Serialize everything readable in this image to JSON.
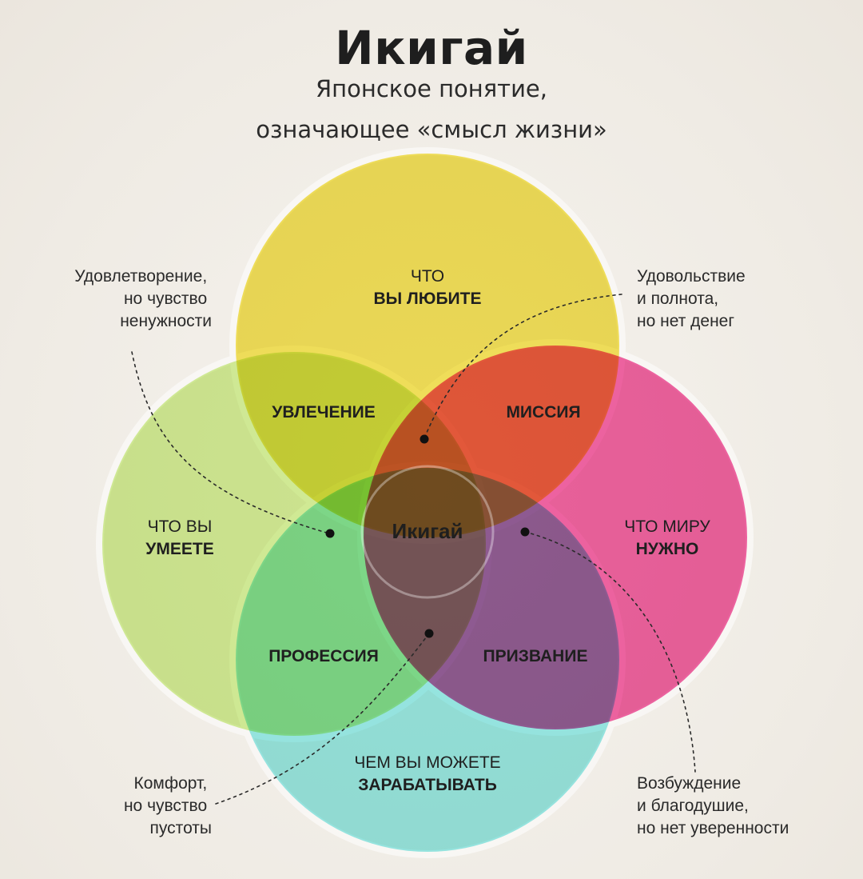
{
  "title": "Икигай",
  "subtitle": {
    "line1": "Японское понятие,",
    "line2": "означающее «смысл жизни»"
  },
  "colors": {
    "love_circle": "#f3e24e",
    "good_at_circle": "#cfee8f",
    "world_needs_circle": "#f0509a",
    "paid_for_circle": "#8ee9e6",
    "background": "#f1ede6"
  },
  "circles": {
    "love": {
      "line1": "ЧТО",
      "line2": "ВЫ ЛЮБИТЕ"
    },
    "good_at": {
      "line1": "ЧТО ВЫ",
      "line2": "УМЕЕТЕ"
    },
    "world_needs": {
      "line1": "ЧТО МИРУ",
      "line2": "НУЖНО"
    },
    "paid_for": {
      "line1": "ЧЕМ ВЫ МОЖЕТЕ",
      "line2": "ЗАРАБАТЫВАТЬ"
    }
  },
  "intersections": {
    "passion": "УВЛЕЧЕНИЕ",
    "mission": "МИССИЯ",
    "profession": "ПРОФЕССИЯ",
    "vocation": "ПРИЗВАНИЕ",
    "center": "Икигай"
  },
  "annotations": {
    "top_left": [
      "Удовлетворение,",
      "но чувство",
      "ненужности"
    ],
    "top_right": [
      "Удовольствие",
      "и полнота,",
      "но нет денег"
    ],
    "bottom_left": [
      "Комфорт,",
      "но чувство",
      "пустоты"
    ],
    "bottom_right": [
      "Возбуждение",
      "и благодушие,",
      "но нет уверенности"
    ]
  }
}
